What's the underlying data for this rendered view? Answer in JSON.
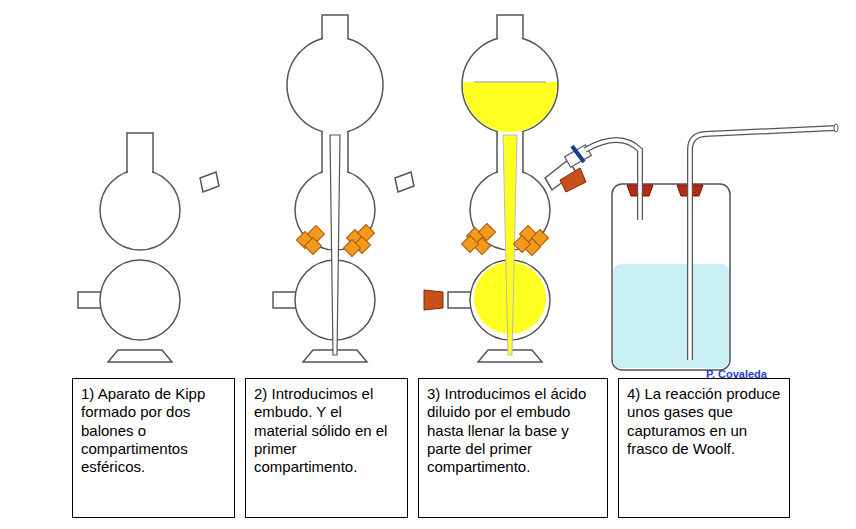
{
  "diagram": {
    "nodes": [
      {
        "text": [
          "1) Aparato de Kipp formado por dos balones o compartimentos esféricos."
        ]
      },
      {
        "text": [
          "2) Introducimos el embudo. Y el material sólido en el primer compartimento."
        ]
      },
      {
        "text": [
          "3) Introducimos el ácido diluido por el embudo hasta llenar la base y parte del primer compartimento."
        ]
      },
      {
        "text": [
          "4) La reacción produce unos gases que capturamos  en un frasco de Woolf."
        ]
      }
    ],
    "labels": [
      "P. Covaleda"
    ]
  }
}
